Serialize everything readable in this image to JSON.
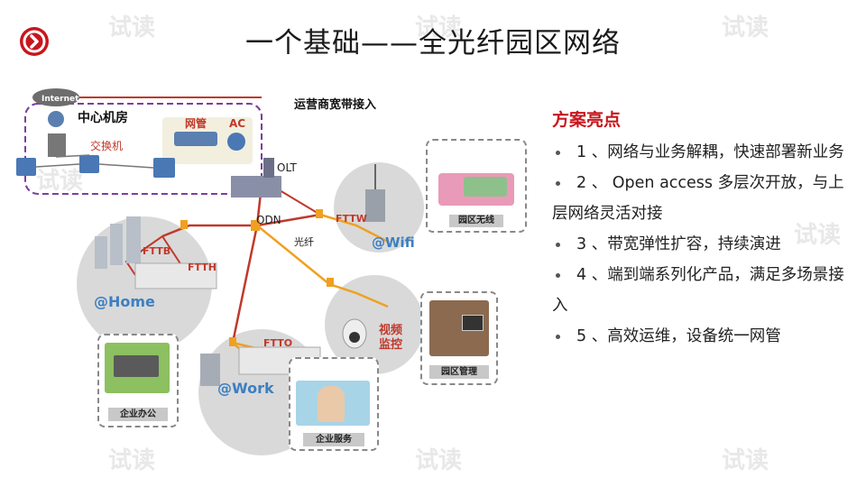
{
  "slide": {
    "title": "一个基础——全光纤园区网络"
  },
  "watermark": {
    "text": "试读"
  },
  "diagram": {
    "internet": "Internet",
    "center_room": "中心机房",
    "switch_label": "交换机",
    "nms_label": "网管",
    "ac_label": "AC",
    "operator_access": "运营商宽带接入",
    "olt": "OLT",
    "odn": "ODN",
    "fiber": "光纤",
    "fttw": "FTTW",
    "fttb": "FTTB",
    "ftth": "FTTH",
    "ftto": "FTTO",
    "wifi": "@Wifi",
    "home": "@Home",
    "work": "@Work",
    "campus_wireless": "园区无线",
    "video_surveillance_1": "视频",
    "video_surveillance_2": "监控",
    "campus_management": "园区管理",
    "enterprise_office": "企业办公",
    "enterprise_service": "企业服务"
  },
  "highlights": {
    "title": "方案亮点",
    "items": [
      "1 、网络与业务解耦，快速部署新业务",
      "2 、 Open access 多层次开放，与上层网络灵活对接",
      "3 、带宽弹性扩容，持续演进",
      "4 、端到端系列化产品，满足多场景接入",
      "5 、高效运维，设备统一网管"
    ]
  },
  "colors": {
    "accent": "#c8161d",
    "fiber_red": "#c0392b",
    "fiber_orange": "#f0a020",
    "dashed_purple": "#7b3fa0"
  }
}
